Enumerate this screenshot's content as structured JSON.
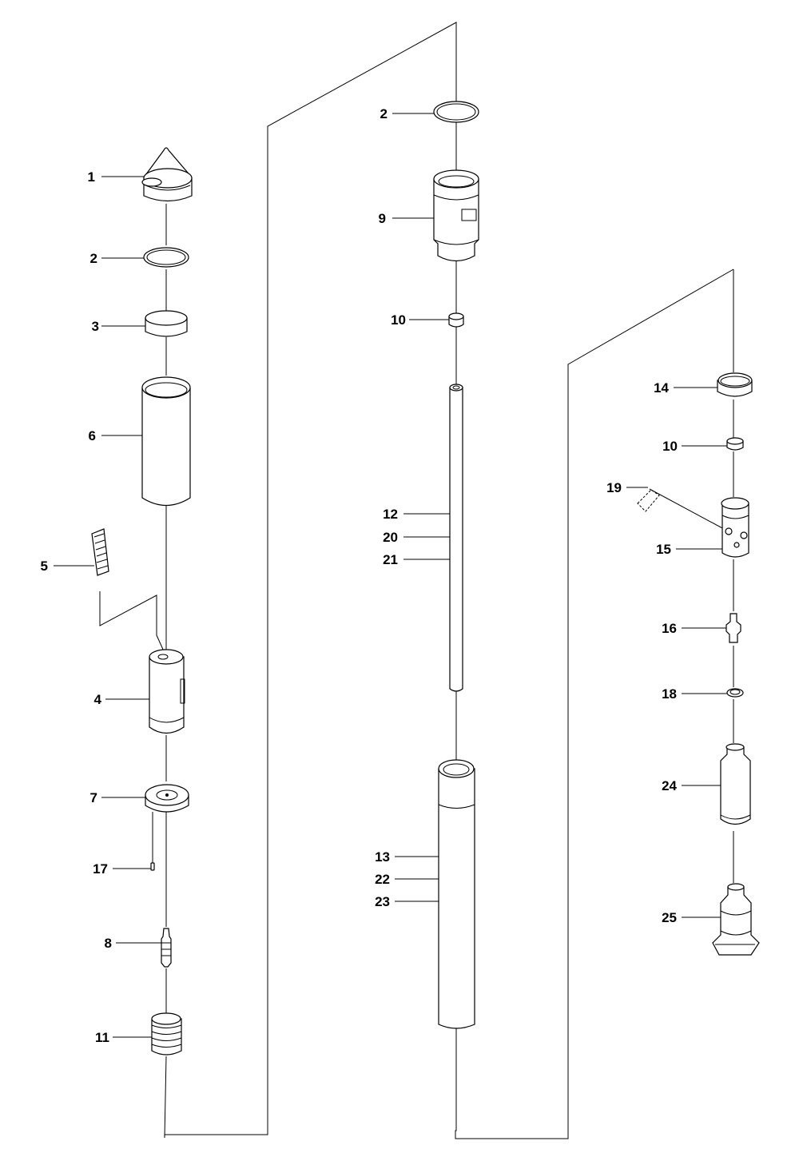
{
  "callouts": [
    {
      "id": "c1",
      "text": "1"
    },
    {
      "id": "c2a",
      "text": "2"
    },
    {
      "id": "c3",
      "text": "3"
    },
    {
      "id": "c6",
      "text": "6"
    },
    {
      "id": "c5",
      "text": "5"
    },
    {
      "id": "c4",
      "text": "4"
    },
    {
      "id": "c7",
      "text": "7"
    },
    {
      "id": "c17",
      "text": "17"
    },
    {
      "id": "c8",
      "text": "8"
    },
    {
      "id": "c11",
      "text": "11"
    },
    {
      "id": "c2b",
      "text": "2"
    },
    {
      "id": "c9",
      "text": "9"
    },
    {
      "id": "c10a",
      "text": "10"
    },
    {
      "id": "c12",
      "text": "12"
    },
    {
      "id": "c20",
      "text": "20"
    },
    {
      "id": "c21",
      "text": "21"
    },
    {
      "id": "c13",
      "text": "13"
    },
    {
      "id": "c22",
      "text": "22"
    },
    {
      "id": "c23",
      "text": "23"
    },
    {
      "id": "c14",
      "text": "14"
    },
    {
      "id": "c10b",
      "text": "10"
    },
    {
      "id": "c19",
      "text": "19"
    },
    {
      "id": "c15",
      "text": "15"
    },
    {
      "id": "c16",
      "text": "16"
    },
    {
      "id": "c18",
      "text": "18"
    },
    {
      "id": "c24",
      "text": "24"
    },
    {
      "id": "c25",
      "text": "25"
    }
  ]
}
